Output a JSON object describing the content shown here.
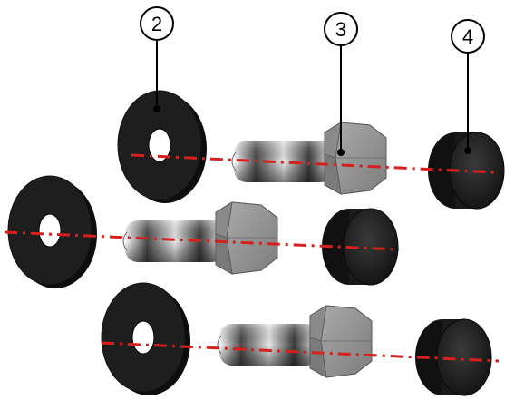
{
  "callouts": [
    {
      "label": "2",
      "part": "washer"
    },
    {
      "label": "3",
      "part": "hex-bolt"
    },
    {
      "label": "4",
      "part": "cap-nut"
    }
  ],
  "colors": {
    "axis_line": "#d6201e",
    "washer": "#1c1c1c",
    "bolt_head": "#8d8d8d",
    "cap": "#252525"
  }
}
